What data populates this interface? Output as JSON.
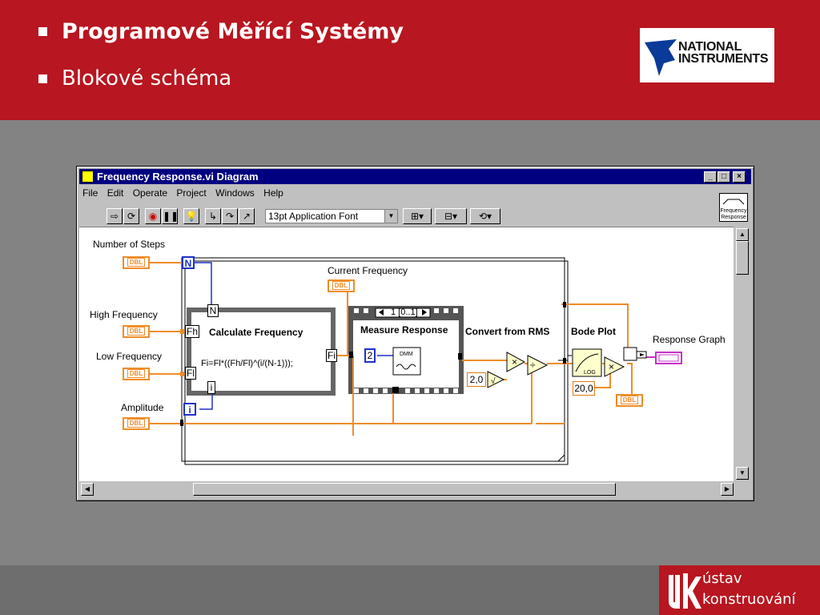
{
  "slide": {
    "title": "Programové Měřící Systémy",
    "subtitle": "Blokové schéma",
    "logo_ni": "NATIONAL INSTRUMENTS",
    "logo_ni_line1": "NATIONAL",
    "logo_ni_line2": "INSTRUMENTS",
    "logo_uk_line1": "ústav",
    "logo_uk_line2": "konstruování"
  },
  "window": {
    "title": "Frequency Response.vi Diagram",
    "menu": [
      "File",
      "Edit",
      "Operate",
      "Project",
      "Windows",
      "Help"
    ],
    "font_select": "13pt Application Font",
    "vi_icon_label": "Frequency Response"
  },
  "diagram": {
    "controls": {
      "number_of_steps": "Number of Steps",
      "high_frequency": "High Frequency",
      "low_frequency": "Low Frequency",
      "amplitude": "Amplitude",
      "current_frequency": "Current Frequency",
      "response_graph": "Response Graph"
    },
    "type_badge": "DBL",
    "loop_count": "N",
    "loop_index": "i",
    "calc_node": {
      "title": "Calculate Frequency",
      "formula": "Fi=Fl*((Fh/Fl)^(i/(N-1)));",
      "in_n": "N",
      "in_fh": "Fh",
      "in_fl": "Fl",
      "in_i": "i",
      "out_fi": "Fi"
    },
    "sequence": {
      "selector": "1 [0..1]",
      "title": "Measure Response",
      "channel": "2",
      "dmm": "DMM"
    },
    "labels": {
      "convert": "Convert from RMS",
      "bode": "Bode Plot"
    },
    "constants": {
      "rms": "2,0",
      "db": "20,0"
    }
  },
  "colors": {
    "red": "#b81620",
    "orange": "#f08c28",
    "blue": "#1e32c8",
    "pink": "#c832c8"
  }
}
